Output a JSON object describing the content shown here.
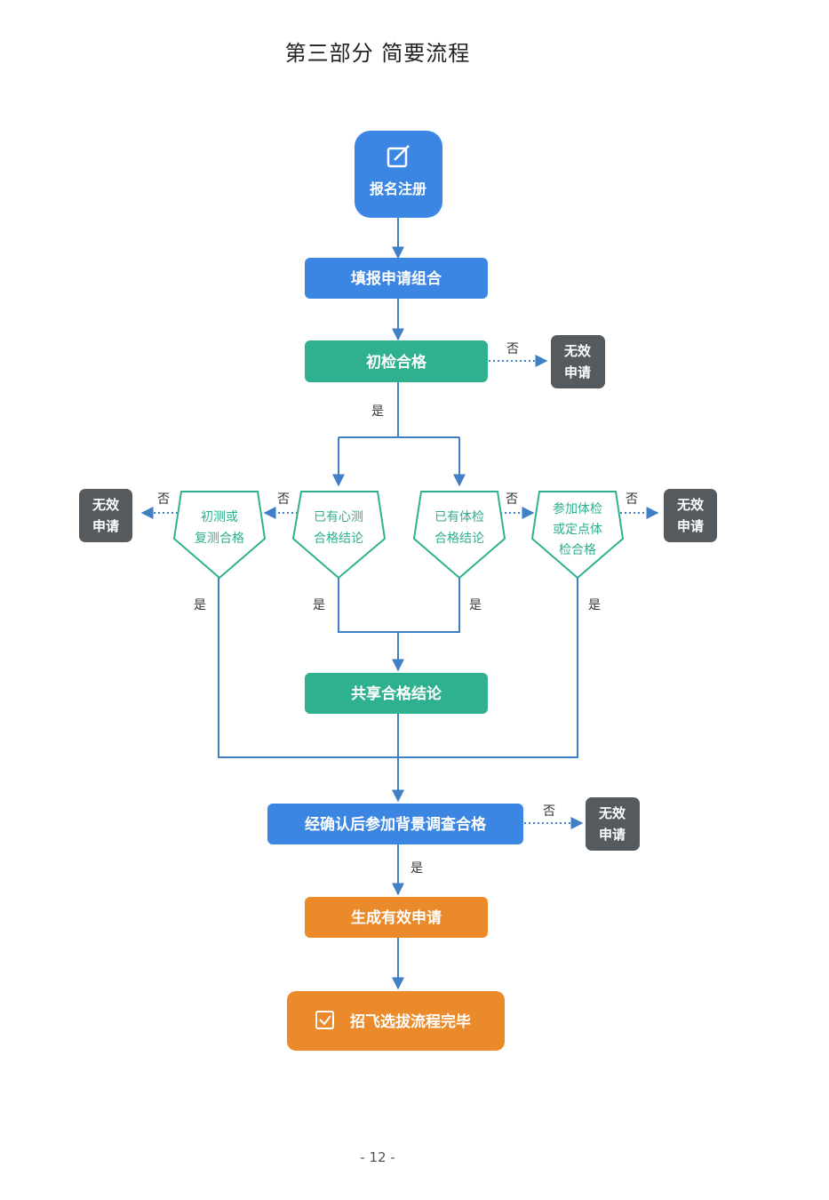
{
  "title": "第三部分  简要流程",
  "page_number": "- 12 -",
  "colors": {
    "blue": "#3b86e3",
    "teal": "#2fb18f",
    "gray": "#555a5f",
    "orange": "#ea8a2a",
    "line": "#3f7fc6"
  },
  "icons": {
    "start": "edit-icon",
    "end": "checkbox-icon"
  },
  "nodes": {
    "register": "报名注册",
    "fill_form": "填报申请组合",
    "initial_check": "初检合格",
    "invalid": [
      "无效",
      "申请"
    ],
    "retest": [
      "初测或",
      "复测合格"
    ],
    "psych_result": [
      "已有心测",
      "合格结论"
    ],
    "physical_result": [
      "已有体检",
      "合格结论"
    ],
    "designated_exam": [
      "参加体检",
      "或定点体",
      "检合格"
    ],
    "share_result": "共享合格结论",
    "background_check": "经确认后参加背景调查合格",
    "generate": "生成有效申请",
    "complete": "招飞选拔流程完毕"
  },
  "edge_labels": {
    "yes": "是",
    "no": "否"
  }
}
